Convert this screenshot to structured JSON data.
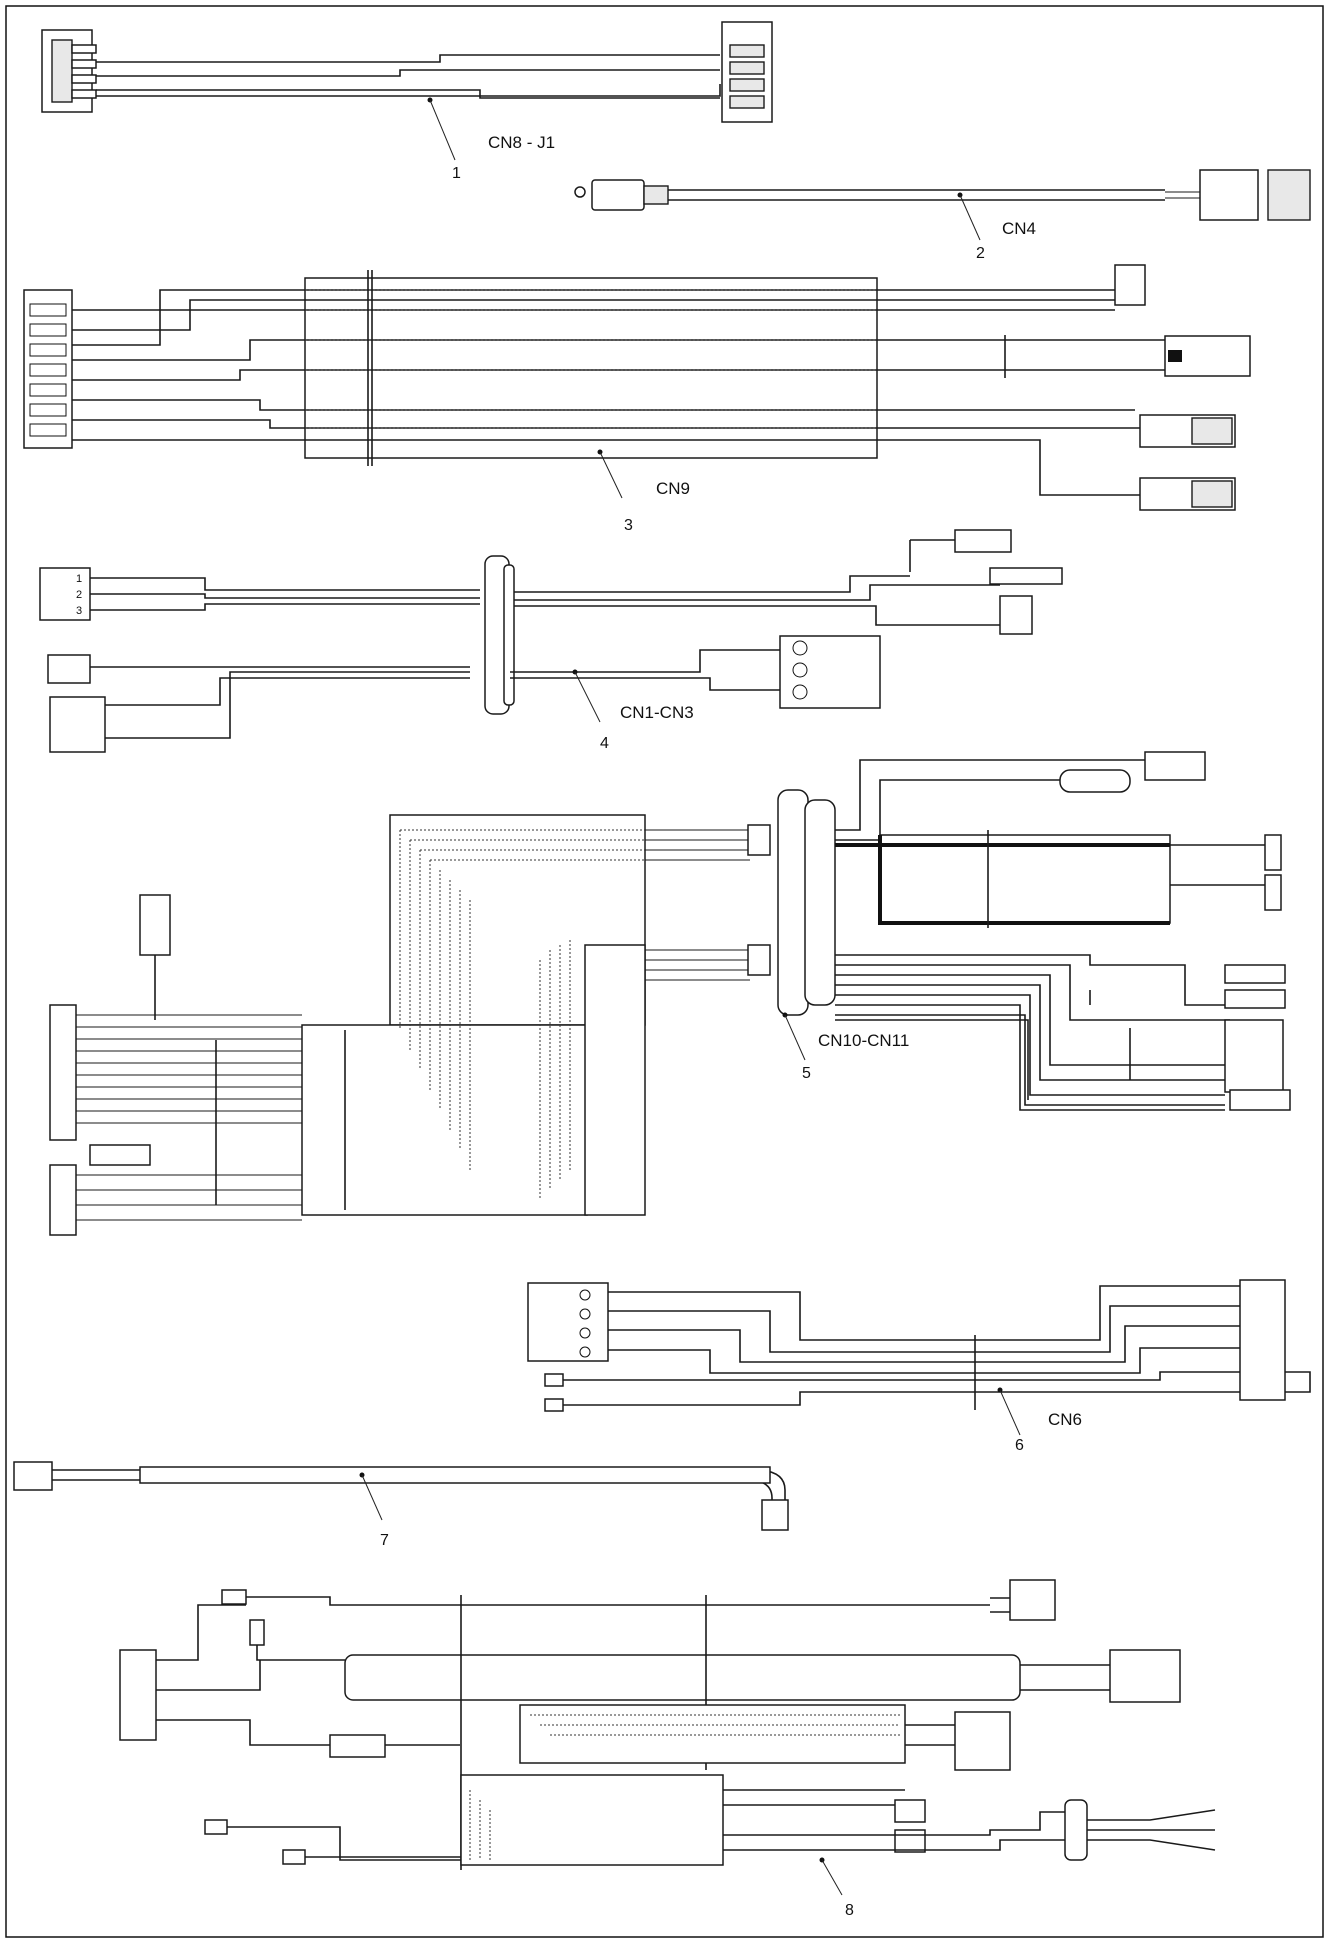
{
  "diagram": {
    "items": [
      {
        "number": "1",
        "connector_label": "CN8 - J1"
      },
      {
        "number": "2",
        "connector_label": "CN4"
      },
      {
        "number": "3",
        "connector_label": "CN9"
      },
      {
        "number": "4",
        "connector_label": "CN1-CN3"
      },
      {
        "number": "5",
        "connector_label": "CN10-CN11"
      },
      {
        "number": "6",
        "connector_label": "CN6"
      },
      {
        "number": "7",
        "connector_label": ""
      },
      {
        "number": "8",
        "connector_label": ""
      }
    ],
    "pin_labels": [
      "1",
      "2",
      "3"
    ]
  }
}
